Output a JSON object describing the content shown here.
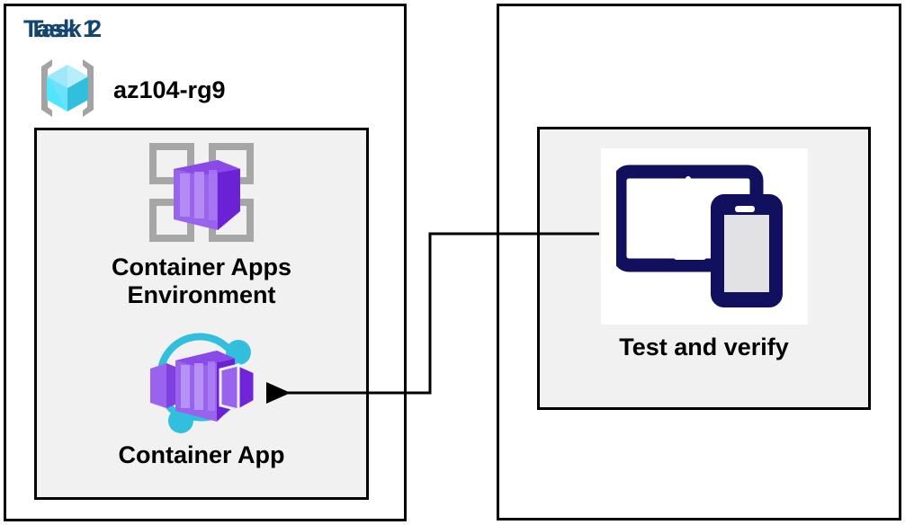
{
  "diagram": {
    "title_color": "#14456f",
    "panel_border_color": "#000000",
    "inner_box_fill": "#f1f1f1",
    "connector_color": "#000000",
    "azure_purple": "#7b2fd6",
    "azure_cyan": "#32bedd",
    "device_navy": "#10105e"
  },
  "task1": {
    "title": "Task 1",
    "resource_group": {
      "icon": "resource-group-icon",
      "label": "az104-rg9"
    },
    "nodes": [
      {
        "icon": "container-apps-environment-icon",
        "label": "Container Apps\nEnvironment"
      },
      {
        "icon": "container-app-icon",
        "label": "Container App"
      }
    ]
  },
  "task2": {
    "title": "Task 2",
    "nodes": [
      {
        "icon": "test-devices-icon",
        "label": "Test and verify"
      }
    ]
  },
  "connector": {
    "name": "test-to-container-app-arrow",
    "from": "Test and verify",
    "to": "Container App",
    "direction": "left",
    "style": "orthogonal"
  }
}
